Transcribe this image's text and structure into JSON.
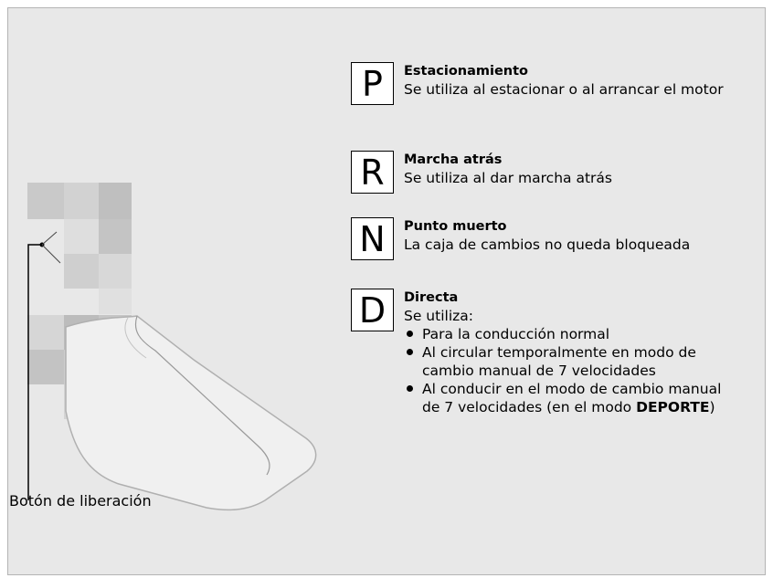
{
  "release_button_label": "Botón de liberación",
  "gears": [
    {
      "letter": "P",
      "title": "Estacionamiento",
      "desc": "Se utiliza al estacionar o al arrancar el motor"
    },
    {
      "letter": "R",
      "title": "Marcha atrás",
      "desc": "Se utiliza al dar marcha atrás"
    },
    {
      "letter": "N",
      "title": "Punto muerto",
      "desc": "La caja de cambios no queda bloqueada"
    },
    {
      "letter": "D",
      "title": "Directa",
      "desc": "Se utiliza:",
      "bullets": [
        "Para la conducción normal",
        "Al circular temporalmente en modo de cambio manual de 7 velocidades",
        "Al conducir en el modo de cambio manual de 7 velocidades (en el modo"
      ],
      "bullet_bold": "DEPORTE",
      "bullet_end": ")"
    }
  ]
}
